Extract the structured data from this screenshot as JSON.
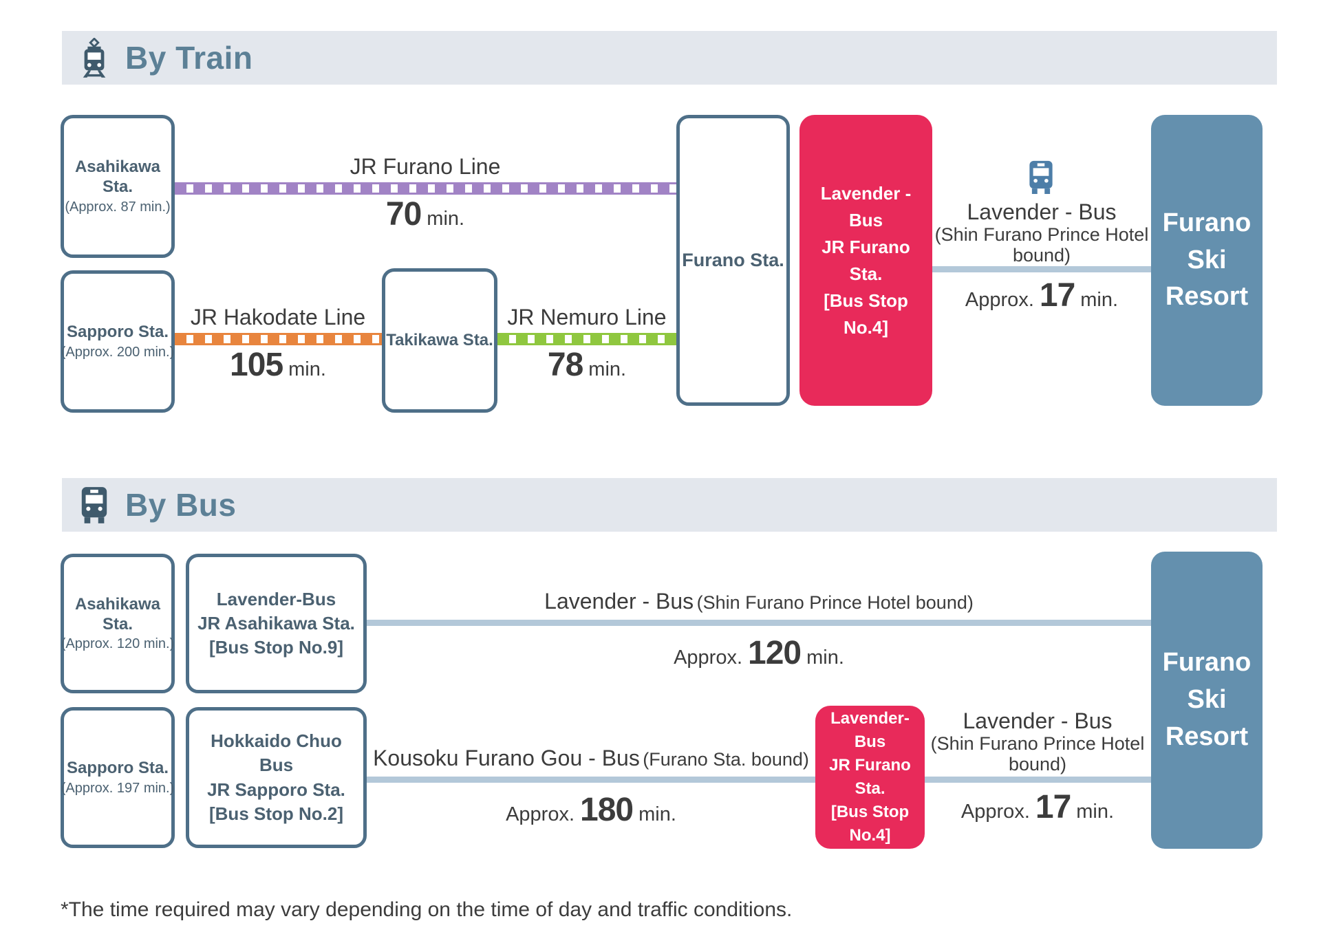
{
  "palette": {
    "headerbg": "#e3e7ed",
    "headertext": "#5c8096",
    "iconslate": "#3f5a6c",
    "slate": "#4e6f88",
    "stationtext": "#4b6171",
    "text": "#3c3c3c",
    "purple": "#a183c5",
    "orange": "#e8853e",
    "green": "#8fc73f",
    "pink": "#e82a5a",
    "steel": "#6490ae",
    "conn": "#b3c8d9"
  },
  "train": {
    "title": "By Train",
    "icon": "train-icon",
    "asahikawa": {
      "name": "Asahikawa Sta.",
      "approx": "(Approx. 87 min.)"
    },
    "sapporo": {
      "name": "Sapporo Sta.",
      "approx": "(Approx. 200 min.)"
    },
    "takikawa": {
      "name": "Takikawa Sta."
    },
    "furano_sta": {
      "name": "Furano Sta."
    },
    "furano_line": {
      "name": "JR Furano Line",
      "minutes": "70",
      "min_label": "min."
    },
    "hakodate_line": {
      "name": "JR Hakodate Line",
      "minutes": "105",
      "min_label": "min."
    },
    "nemuro_line": {
      "name": "JR Nemuro Line",
      "minutes": "78",
      "min_label": "min."
    },
    "lavender_stop": {
      "line1": "Lavender - Bus",
      "line2": "JR Furano Sta.",
      "line3": "[Bus Stop No.4]"
    },
    "shuttle": {
      "icon": "bus-icon",
      "name": "Lavender - Bus",
      "bound": "(Shin Furano Prince Hotel bound)",
      "approx_label": "Approx.",
      "minutes": "17",
      "min_label": "min."
    },
    "resort": {
      "line1": "Furano",
      "line2": "Ski",
      "line3": "Resort"
    }
  },
  "bus": {
    "title": "By Bus",
    "icon": "bus-icon",
    "asahikawa": {
      "name": "Asahikawa Sta.",
      "approx": "(Approx. 120 min.)"
    },
    "asahikawa_stop": {
      "line1": "Lavender-Bus",
      "line2": "JR Asahikawa Sta.",
      "line3": "[Bus Stop No.9]"
    },
    "sapporo": {
      "name": "Sapporo Sta.",
      "approx": "(Approx. 197 min.)"
    },
    "sapporo_stop": {
      "line1": "Hokkaido Chuo Bus",
      "line2": "JR Sapporo Sta.",
      "line3": "[Bus Stop No.2]"
    },
    "lavender_route": {
      "name": "Lavender - Bus",
      "bound": "(Shin Furano Prince Hotel bound)",
      "approx_label": "Approx.",
      "minutes": "120",
      "min_label": "min."
    },
    "kousoku_route": {
      "name": "Kousoku Furano Gou - Bus",
      "bound": "(Furano Sta. bound)",
      "approx_label": "Approx.",
      "minutes": "180",
      "min_label": "min."
    },
    "furano_stop": {
      "line1": "Lavender-Bus",
      "line2": "JR Furano Sta.",
      "line3": "[Bus Stop No.4]"
    },
    "shuttle": {
      "name": "Lavender - Bus",
      "bound": "(Shin Furano Prince Hotel bound)",
      "approx_label": "Approx.",
      "minutes": "17",
      "min_label": "min."
    },
    "resort": {
      "line1": "Furano",
      "line2": "Ski",
      "line3": "Resort"
    }
  },
  "footer": {
    "note": "*The time required may vary depending on the time of day and traffic conditions."
  }
}
